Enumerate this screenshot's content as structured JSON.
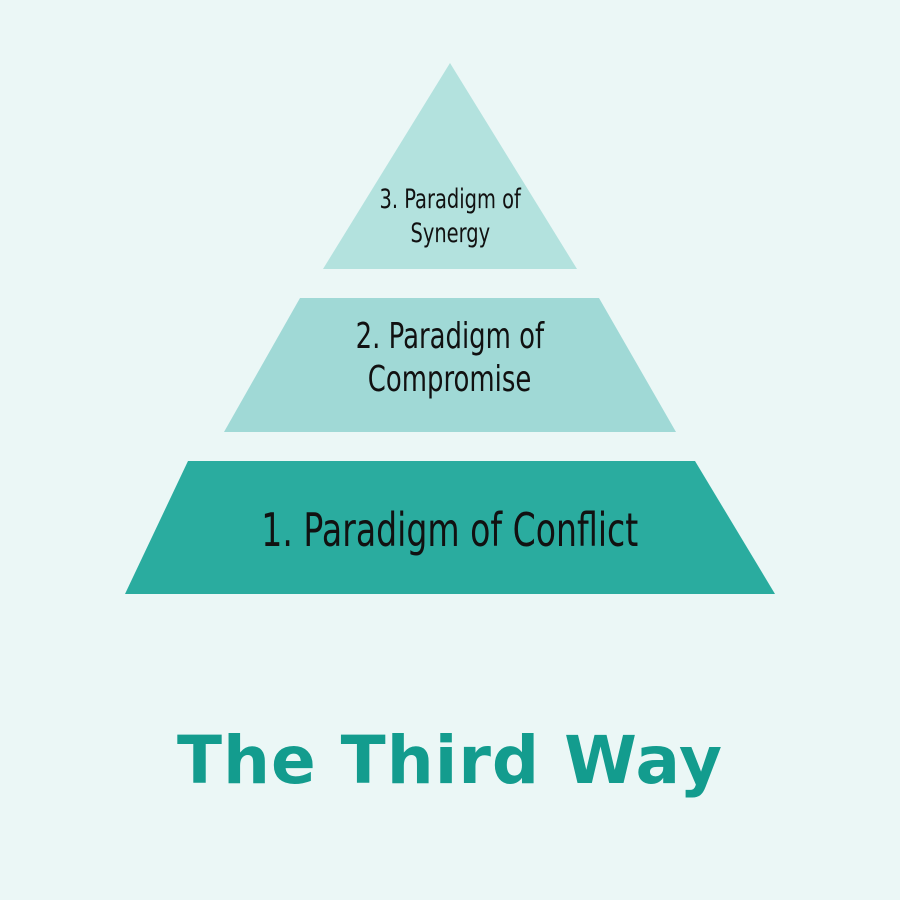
{
  "levels": [
    {
      "label_line1": "3. Paradigm of",
      "label_line2": "Synergy",
      "color": "#b3e2de"
    },
    {
      "label_line1": "2. Paradigm of",
      "label_line2": "Compromise",
      "color": "#a0d9d6"
    },
    {
      "label_line1": "1. Paradigm of Conflict",
      "color": "#2aac9f"
    }
  ],
  "title": "The Third Way",
  "colors": {
    "background": "#ebf7f6",
    "title": "#139c8e"
  }
}
